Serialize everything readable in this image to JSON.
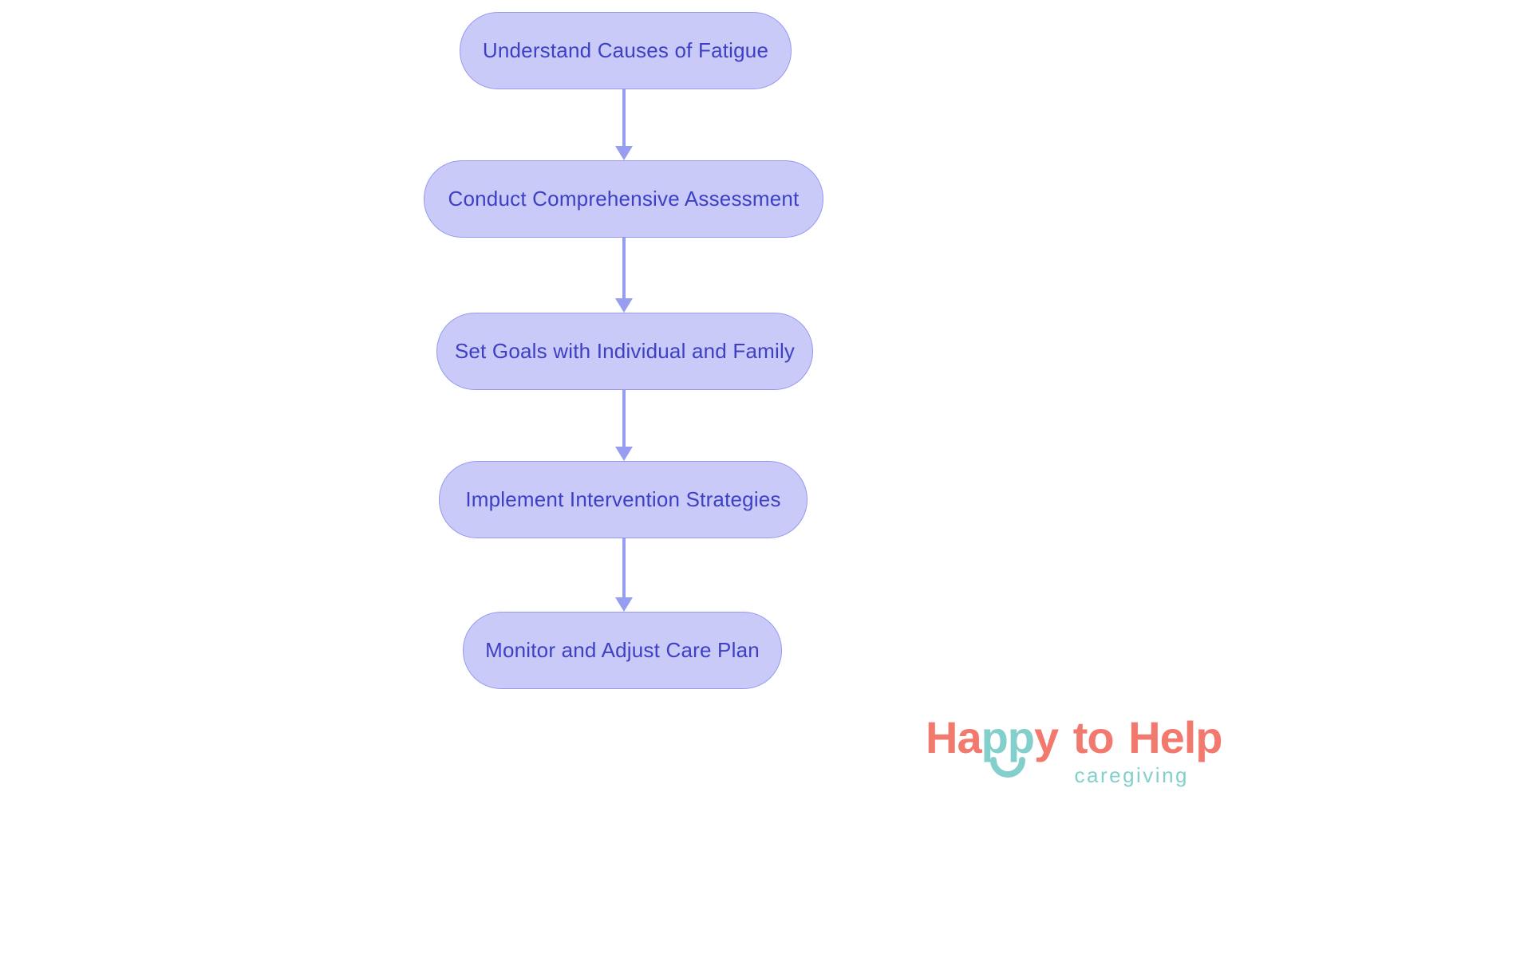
{
  "theme": {
    "background": "#ffffff",
    "node_fill": "#c9caf8",
    "node_border": "#959af0",
    "node_text": "#3e40c4",
    "arrow": "#979df1",
    "logo_coral": "#f2796d",
    "logo_teal": "#82cfcc"
  },
  "flowchart": {
    "type": "flowchart",
    "direction": "top-to-bottom",
    "steps": [
      {
        "label": "Understand Causes of Fatigue"
      },
      {
        "label": "Conduct Comprehensive Assessment"
      },
      {
        "label": "Set Goals with Individual and Family"
      },
      {
        "label": "Implement Intervention Strategies"
      },
      {
        "label": "Monitor and Adjust Care Plan"
      }
    ]
  },
  "logo": {
    "wordmark_part1": "Ha",
    "wordmark_part2": "pp",
    "wordmark_part3": "y to Help",
    "tagline": "caregiving"
  }
}
